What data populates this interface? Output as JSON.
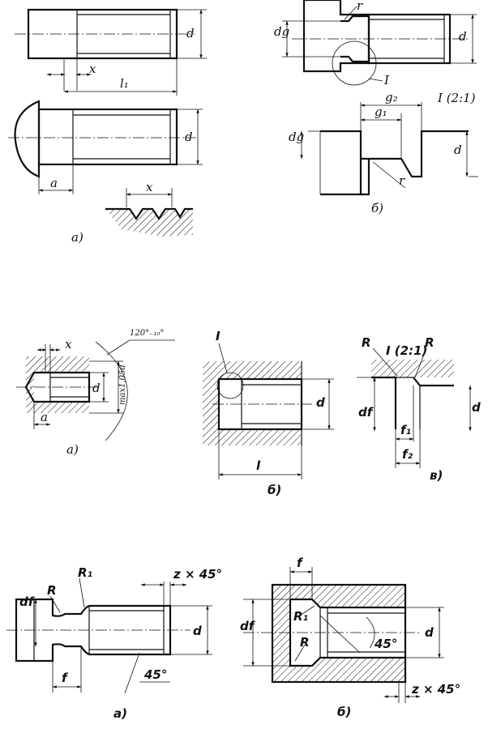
{
  "labels": {
    "d": "d",
    "x": "x",
    "l1": "l₁",
    "a": "a",
    "caption_a": "а)",
    "caption_b": "б)",
    "caption_v": "в)",
    "dg": "dg",
    "r": "r",
    "detail_I": "I",
    "detail_scale": "I (2:1)",
    "g1": "g₁",
    "g2": "g₂",
    "angle_120": "120°₋₁₀°",
    "max_d": "max1,05d",
    "l": "l",
    "R": "R",
    "R1": "R₁",
    "df": "df",
    "f": "f",
    "f1": "f₁",
    "f2": "f₂",
    "z45": "z × 45°",
    "angle_45": "45°"
  }
}
